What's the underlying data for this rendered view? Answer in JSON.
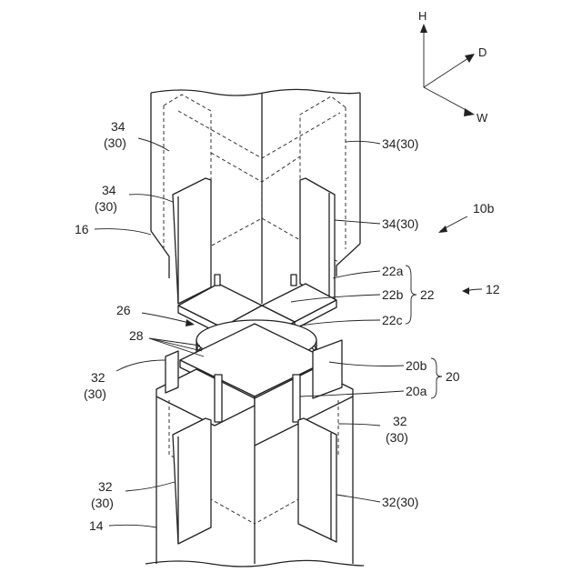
{
  "axes": {
    "h": "H",
    "d": "D",
    "w": "W"
  },
  "labels": {
    "l34_top_left_a": "34",
    "l34_top_left_b": "(30)",
    "l34_top_right": "34(30)",
    "l34_mid_left_a": "34",
    "l34_mid_left_b": "(30)",
    "l34_mid_right": "34(30)",
    "l16": "16",
    "l10b": "10b",
    "l12": "12",
    "l22a": "22a",
    "l22b": "22b",
    "l22c": "22c",
    "l22": "22",
    "l26": "26",
    "l28": "28",
    "l20b": "20b",
    "l20a": "20a",
    "l20": "20",
    "l32_left_a": "32",
    "l32_left_b": "(30)",
    "l32_right_a": "32",
    "l32_right_b": "(30)",
    "l32_low_left_a": "32",
    "l32_low_left_b": "(30)",
    "l32_low_right": "32(30)",
    "l14": "14"
  }
}
